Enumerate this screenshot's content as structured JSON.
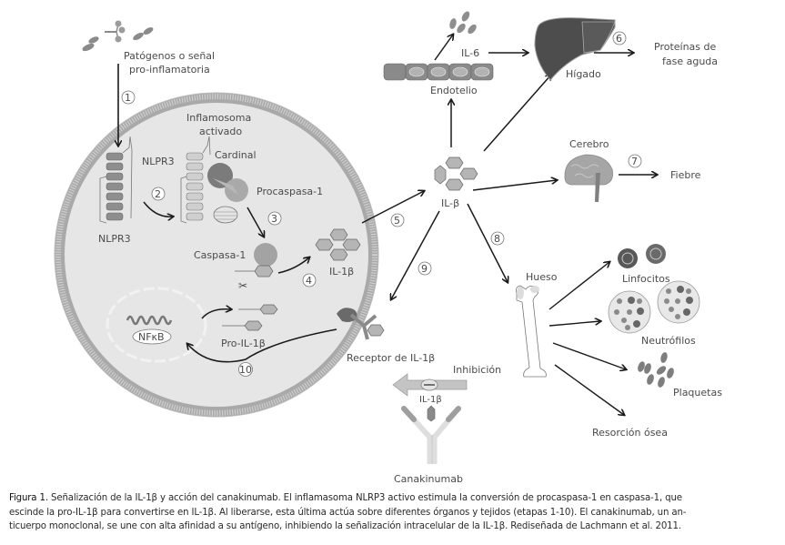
{
  "figure": {
    "labels": {
      "pathogens": [
        "Patógenos o señal",
        "pro-inflamatoria"
      ],
      "inflammasome": [
        "Inflamosoma",
        "activado"
      ],
      "nlpr3_top": "NLPR3",
      "nlpr3_bottom": "NLPR3",
      "cardinal": "Cardinal",
      "procaspase": "Procaspasa-1",
      "caspase": "Caspasa-1",
      "il1b_inside": "IL-1β",
      "pro_il1b": "Pro-IL-1β",
      "nfkb": "NFκB",
      "receptor": "Receptor de IL-1β",
      "il1b_center": "IL-β",
      "il6": "IL-6",
      "endothelium": "Endotelio",
      "liver": "Hígado",
      "acute_phase": [
        "Proteínas  de",
        "fase aguda"
      ],
      "brain": "Cerebro",
      "fever": "Fiebre",
      "bone": "Hueso",
      "lymphocytes": "Linfocitos",
      "neutrophils": "Neutrófilos",
      "platelets": "Plaquetas",
      "bone_resorption": "Resorción ósea",
      "inhibition": "Inhibición",
      "il1b_antibody": "IL-1β",
      "canakinumab": "Canakinumab"
    },
    "steps": [
      "1",
      "2",
      "3",
      "4",
      "5",
      "6",
      "7",
      "8",
      "9",
      "10"
    ]
  },
  "caption": {
    "label": "Figura 1",
    "lines": [
      ". Señalización de la IL-1β y acción del canakinumab. El inflamasoma NLRP3 activo estimula la conversión de procaspasa-1 en caspasa-1, que",
      "escinde la pro-IL-1β para convertirse en IL-1β. Al liberarse, esta última actúa sobre diferentes órganos y tejidos (etapas 1-10). El canakinumab, un an-",
      "ticuerpo monoclonal, se une con alta afinidad a su antígeno, inhibiendo la señalización intracelular de la IL-1β. Rediseñada de Lachmann et al. 2011."
    ]
  },
  "colors": {
    "cell_fill": "#e6e6e6",
    "membrane": "#a8a8a8",
    "dark_gray": "#6e6e6e",
    "mid_gray": "#9a9a9a",
    "light_gray": "#c4c4c4",
    "arrow": "#1a1a1a",
    "text": "#4a4a4a"
  }
}
